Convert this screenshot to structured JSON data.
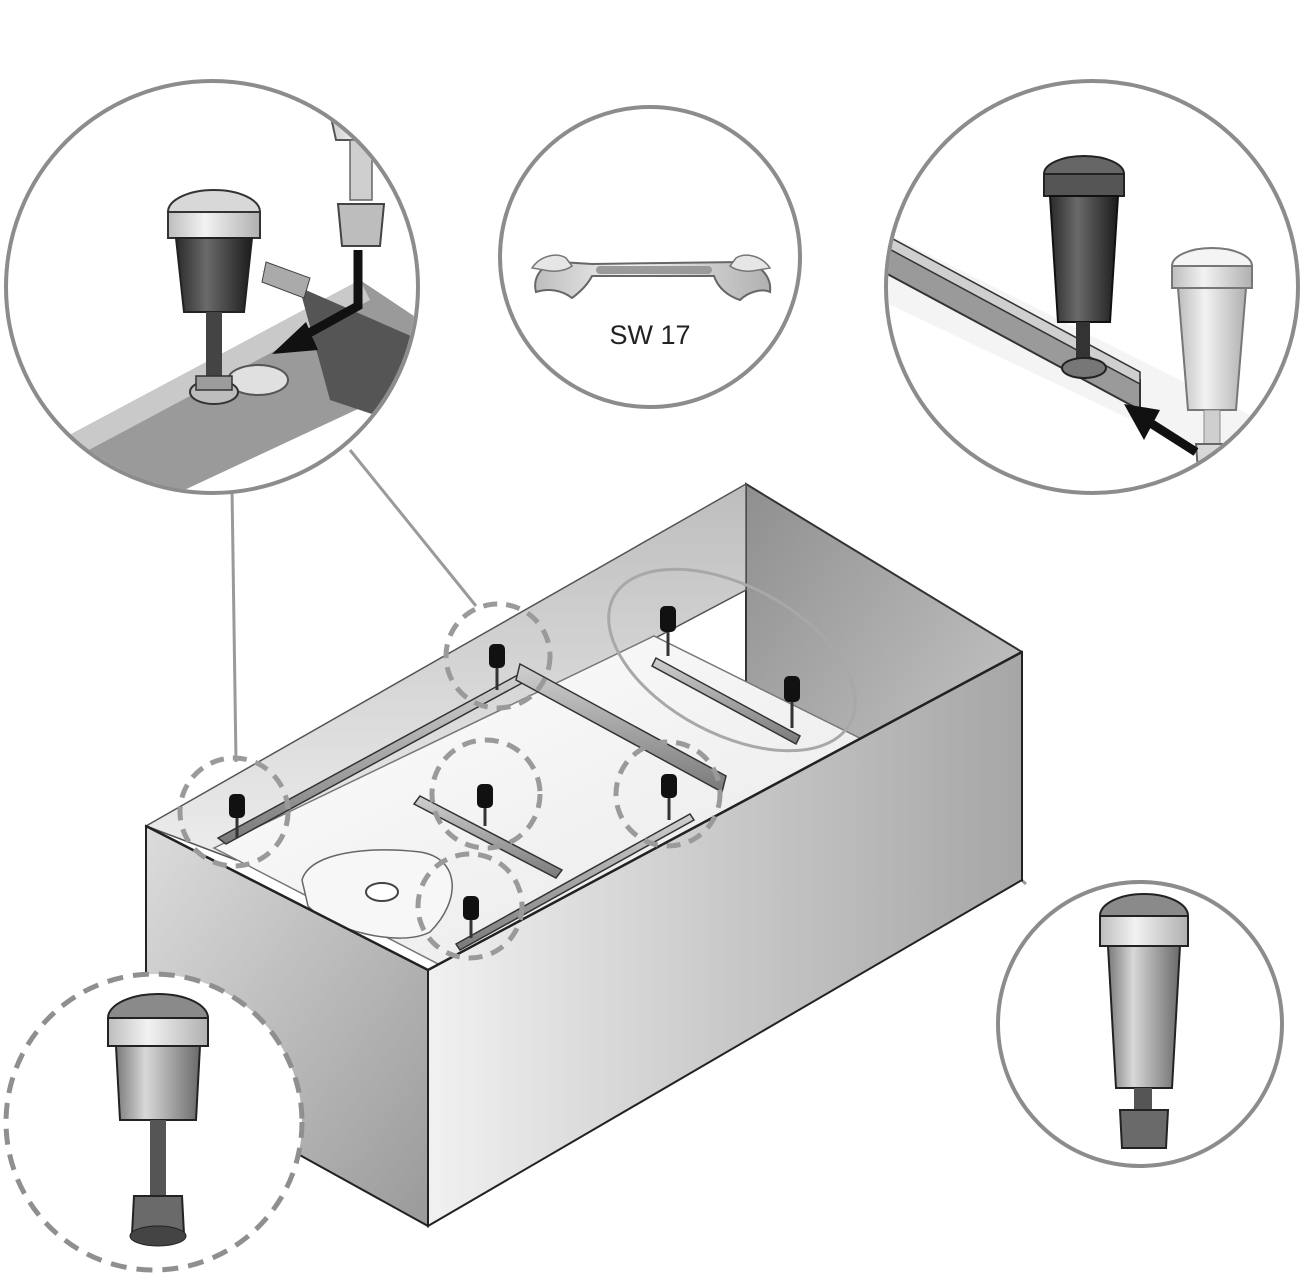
{
  "wrench_callout": {
    "size_label": "SW 17"
  },
  "colors": {
    "circle_outline": "#8c8c8c",
    "dashed_outline": "#8f8f8f",
    "box_face_light": "#e4e4e4",
    "box_face_dark": "#9c9c9c",
    "arrow": "#111111"
  },
  "callouts": [
    {
      "name": "detail-insert-foot-into-rail-hole",
      "style": "solid",
      "icon": "leveling-foot-icon"
    },
    {
      "name": "detail-wrench-size",
      "style": "solid",
      "icon": "open-end-wrench-icon"
    },
    {
      "name": "detail-slide-foot-into-rail",
      "style": "solid",
      "icon": "leveling-foot-icon"
    },
    {
      "name": "detail-foot-assembled",
      "style": "dashed",
      "icon": "leveling-foot-icon"
    },
    {
      "name": "detail-foot-part",
      "style": "solid",
      "icon": "leveling-foot-icon"
    }
  ]
}
